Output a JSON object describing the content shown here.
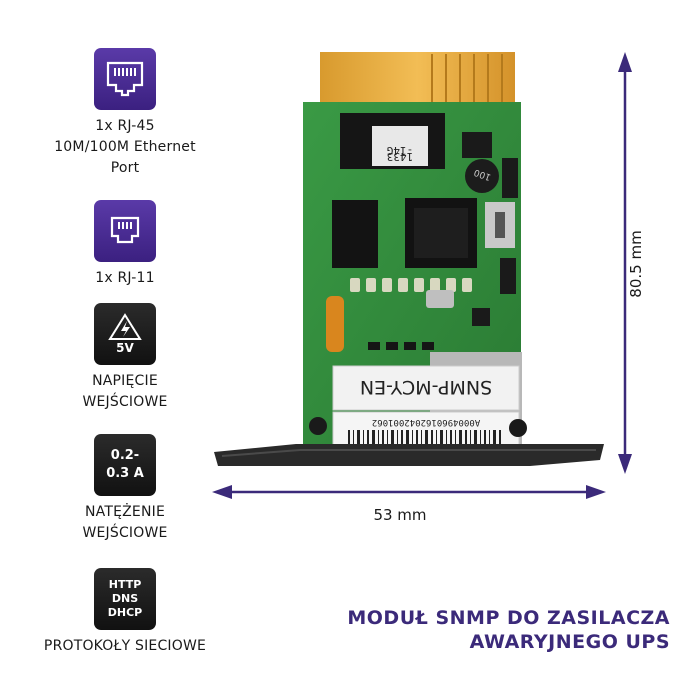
{
  "features": [
    {
      "icon": "rj45-port-icon",
      "lines": [
        "1x RJ-45",
        "10M/100M Ethernet",
        "Port"
      ]
    },
    {
      "icon": "rj11-port-icon",
      "lines": [
        "1x RJ-11"
      ]
    },
    {
      "icon": "high-voltage-icon",
      "badge": "5V",
      "lines": [
        "NAPIĘCIE",
        "WEJŚCIOWE"
      ]
    },
    {
      "icon": "current-icon",
      "badge_lines": [
        "0.2-",
        "0.3 A"
      ],
      "lines": [
        "NATĘŻENIE",
        "WEJŚCIOWE"
      ]
    },
    {
      "icon": "protocol-icon",
      "badge_lines": [
        "HTTP",
        "DNS",
        "DHCP"
      ],
      "lines": [
        "PROTOKOŁY SIECIOWE"
      ]
    }
  ],
  "dimensions": {
    "height": "80.5 mm",
    "width": "53 mm"
  },
  "title": {
    "line1": "MODUŁ SNMP DO ZASILACZA",
    "line2": "AWARYJNEGO UPS"
  },
  "card": {
    "sticker_label": "SNMP-MCY-EN",
    "serial": "A0004960162042001062",
    "chip_text_1": "1433",
    "chip_text_2": "-14G",
    "inductor_text": "100"
  },
  "colors": {
    "accent": "#3b2a7a",
    "icon_purple": "#4a2c96",
    "pcb_green": "#2f8a3a",
    "gold": "#e8a93a"
  }
}
